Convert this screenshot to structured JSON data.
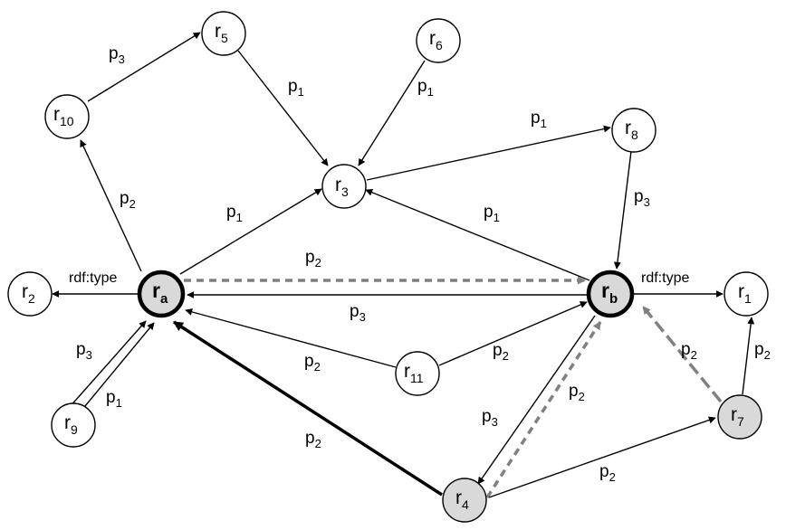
{
  "colors": {
    "node_fill_default": "#ffffff",
    "node_fill_highlight": "#d9d9d9",
    "edge_default": "#000000",
    "edge_dashed": "#808080"
  },
  "nodes": [
    {
      "id": "ra",
      "base": "r",
      "sub": "a",
      "style": "bold",
      "fill": "highlight"
    },
    {
      "id": "rb",
      "base": "r",
      "sub": "b",
      "style": "bold",
      "fill": "highlight"
    },
    {
      "id": "r1",
      "base": "r",
      "sub": "1",
      "style": "normal",
      "fill": "default"
    },
    {
      "id": "r2",
      "base": "r",
      "sub": "2",
      "style": "normal",
      "fill": "default"
    },
    {
      "id": "r3",
      "base": "r",
      "sub": "3",
      "style": "normal",
      "fill": "default"
    },
    {
      "id": "r4",
      "base": "r",
      "sub": "4",
      "style": "normal",
      "fill": "highlight"
    },
    {
      "id": "r5",
      "base": "r",
      "sub": "5",
      "style": "normal",
      "fill": "default"
    },
    {
      "id": "r6",
      "base": "r",
      "sub": "6",
      "style": "normal",
      "fill": "default"
    },
    {
      "id": "r7",
      "base": "r",
      "sub": "7",
      "style": "normal",
      "fill": "highlight"
    },
    {
      "id": "r8",
      "base": "r",
      "sub": "8",
      "style": "normal",
      "fill": "default"
    },
    {
      "id": "r9",
      "base": "r",
      "sub": "9",
      "style": "normal",
      "fill": "default"
    },
    {
      "id": "r10",
      "base": "r",
      "sub": "10",
      "style": "normal",
      "fill": "default"
    },
    {
      "id": "r11",
      "base": "r",
      "sub": "11",
      "style": "normal",
      "fill": "default"
    }
  ],
  "edges": [
    {
      "from": "ra",
      "to": "r10",
      "label": "p",
      "sub": "2",
      "style": "solid"
    },
    {
      "from": "r10",
      "to": "r5",
      "label": "p",
      "sub": "3",
      "style": "solid"
    },
    {
      "from": "r5",
      "to": "r3",
      "label": "p",
      "sub": "1",
      "style": "solid"
    },
    {
      "from": "r6",
      "to": "r3",
      "label": "p",
      "sub": "1",
      "style": "solid"
    },
    {
      "from": "r3",
      "to": "r8",
      "label": "p",
      "sub": "1",
      "style": "solid"
    },
    {
      "from": "r8",
      "to": "rb",
      "label": "p",
      "sub": "3",
      "style": "solid"
    },
    {
      "from": "rb",
      "to": "r3",
      "label": "p",
      "sub": "1",
      "style": "solid"
    },
    {
      "from": "ra",
      "to": "r3",
      "label": "p",
      "sub": "1",
      "style": "solid"
    },
    {
      "from": "ra",
      "to": "r2",
      "label": "rdf:type",
      "sub": "",
      "style": "solid"
    },
    {
      "from": "rb",
      "to": "r1",
      "label": "rdf:type",
      "sub": "",
      "style": "solid"
    },
    {
      "from": "ra",
      "to": "rb",
      "label": "p",
      "sub": "2",
      "style": "dashed"
    },
    {
      "from": "rb",
      "to": "ra",
      "label": "p",
      "sub": "3",
      "style": "solid"
    },
    {
      "from": "r11",
      "to": "ra",
      "label": "p",
      "sub": "2",
      "style": "solid"
    },
    {
      "from": "r11",
      "to": "rb",
      "label": "p",
      "sub": "2",
      "style": "solid"
    },
    {
      "from": "r9",
      "to": "ra",
      "label": "p",
      "sub": "3",
      "style": "solid"
    },
    {
      "from": "r9",
      "to": "ra",
      "label": "p",
      "sub": "1",
      "style": "solid"
    },
    {
      "from": "r4",
      "to": "ra",
      "label": "p",
      "sub": "2",
      "style": "bold"
    },
    {
      "from": "rb",
      "to": "r4",
      "label": "p",
      "sub": "3",
      "style": "solid"
    },
    {
      "from": "r4",
      "to": "rb",
      "label": "p",
      "sub": "2",
      "style": "dashed"
    },
    {
      "from": "r4",
      "to": "r7",
      "label": "p",
      "sub": "2",
      "style": "solid"
    },
    {
      "from": "r7",
      "to": "r1",
      "label": "p",
      "sub": "2",
      "style": "solid"
    },
    {
      "from": "r7",
      "to": "rb",
      "label": "p",
      "sub": "2",
      "style": "dashed"
    }
  ]
}
